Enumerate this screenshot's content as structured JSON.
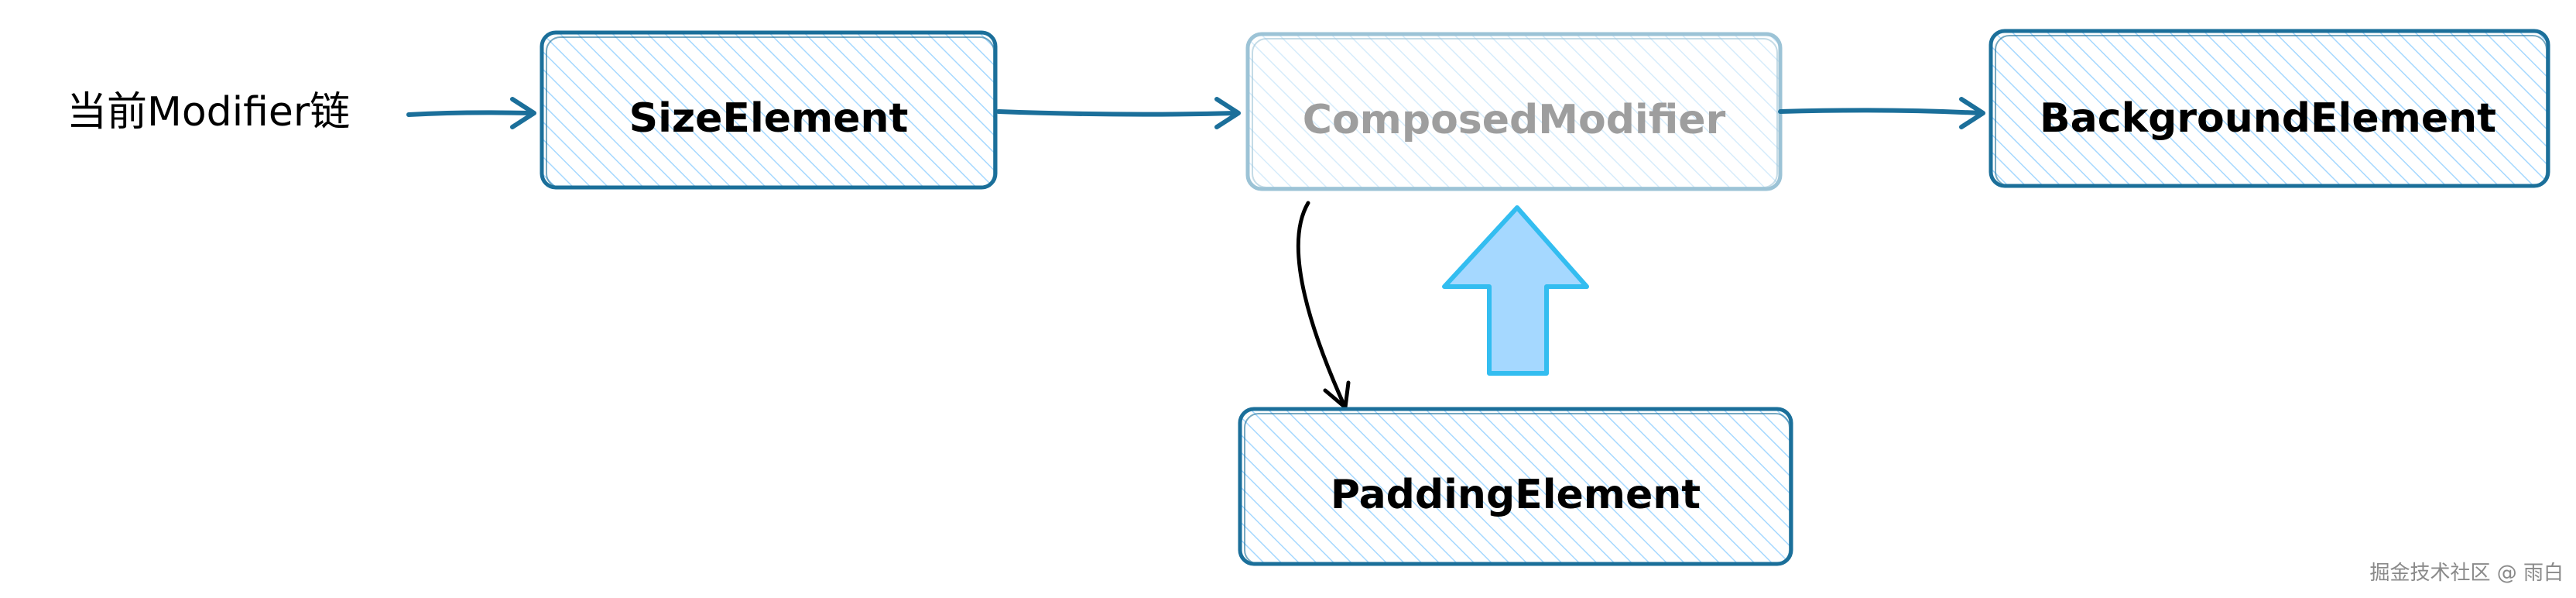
{
  "labels": {
    "chain": "当前Modifier链",
    "watermark": "掘金技术社区 @ 雨白"
  },
  "nodes": {
    "size": "SizeElement",
    "composed": "ComposedModifier",
    "background": "BackgroundElement",
    "padding": "PaddingElement"
  },
  "colors": {
    "stroke": "#1b6f9a",
    "fill": "#a5d8ff",
    "fill_faded": "#d6ecfb",
    "stroke_faded": "#9cc3d6",
    "text": "#000000",
    "text_faded": "#9e9e9e",
    "up_arrow_fill": "#a5d8ff",
    "up_arrow_stroke": "#33bdf0",
    "curved_arrow": "#000000"
  }
}
